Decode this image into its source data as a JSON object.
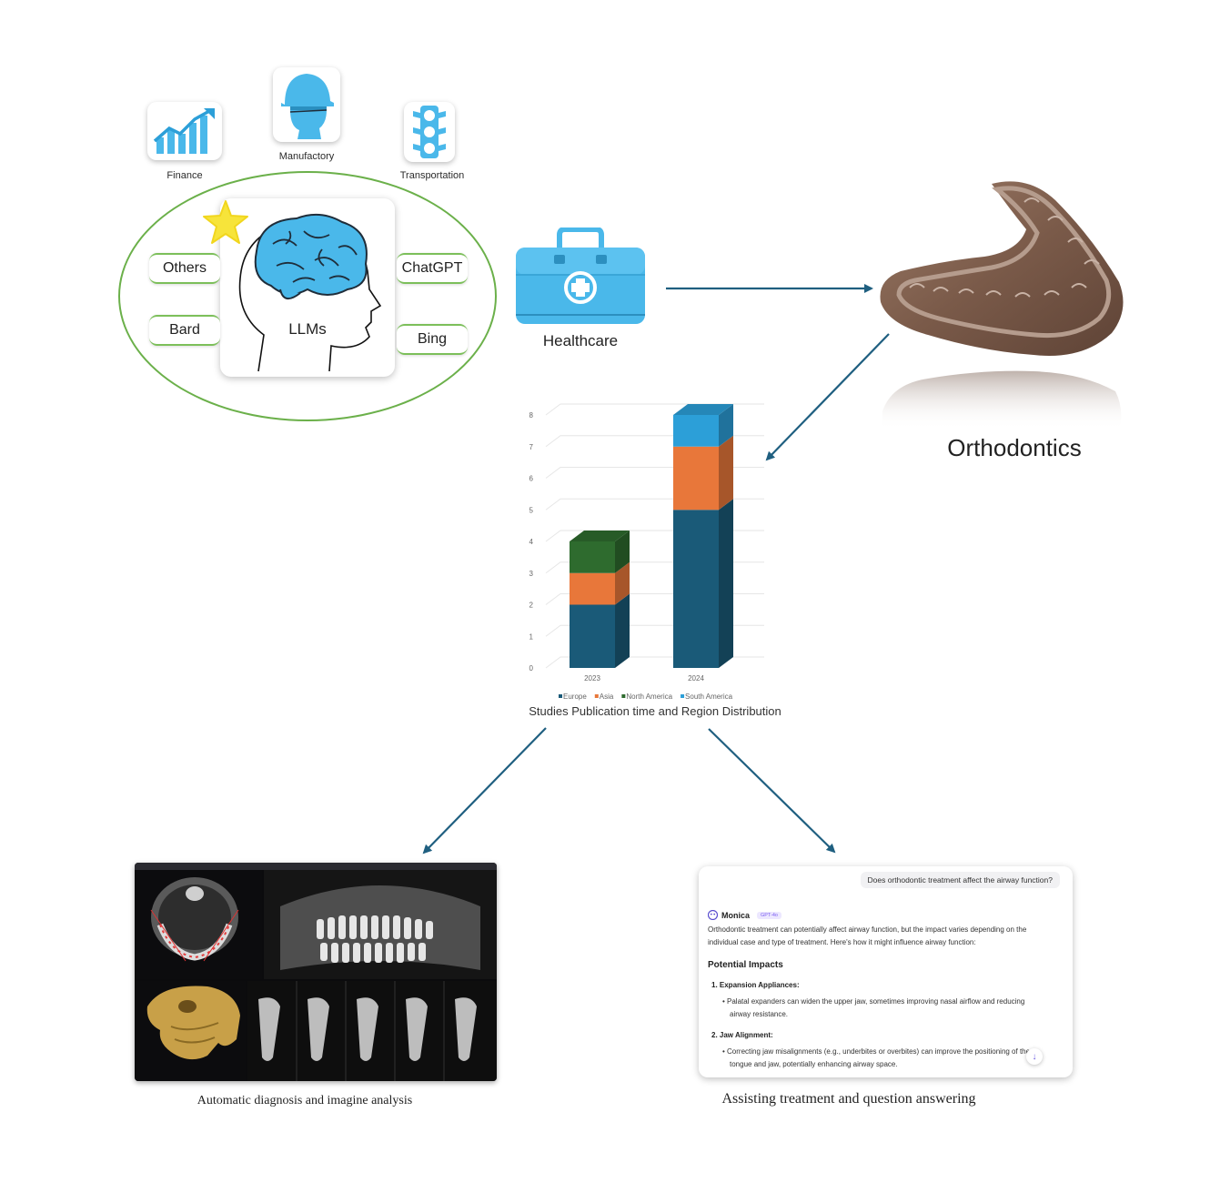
{
  "industries": {
    "finance": "Finance",
    "manufactory": "Manufactory",
    "transportation": "Transportation"
  },
  "llm_cluster": {
    "center": "LLMs",
    "models": [
      "Others",
      "ChatGPT",
      "Bard",
      "Bing"
    ]
  },
  "healthcare": "Healthcare",
  "orthodontics": "Orthodontics",
  "chart_data": {
    "type": "bar",
    "stacked": true,
    "categories": [
      "2023",
      "2024"
    ],
    "series": [
      {
        "name": "Europe",
        "color": "#1a5a78",
        "values": [
          2,
          5
        ]
      },
      {
        "name": "Asia",
        "color": "#e8773a",
        "values": [
          1,
          2
        ]
      },
      {
        "name": "North America",
        "color": "#2e6b2e",
        "values": [
          1,
          0
        ]
      },
      {
        "name": "South America",
        "color": "#2c9fd8",
        "values": [
          0,
          1
        ]
      }
    ],
    "legend_labels": [
      "Europe",
      "Asia",
      "North America",
      "South America"
    ],
    "yticks": [
      "0",
      "1",
      "2",
      "3",
      "4",
      "5",
      "6",
      "7",
      "8"
    ],
    "ylim": [
      0,
      8
    ],
    "grid": true,
    "legend_position": "bottom",
    "caption": "Studies Publication time and Region Distribution"
  },
  "captions": {
    "diagnosis": "Automatic diagnosis and imagine analysis",
    "treatment": "Assisting treatment and question answering"
  },
  "chat": {
    "question": "Does orthodontic treatment affect the airway function?",
    "assistant_name": "Monica",
    "model_badge": "GPT-4o",
    "intro_line1": "Orthodontic treatment can potentially affect airway function, but the impact varies depending on the",
    "intro_line2": "individual case and type of treatment. Here's how it might influence airway function:",
    "heading": "Potential Impacts",
    "item1_title": "1.  Expansion Appliances:",
    "item1_line1": "•  Palatal expanders can widen the upper jaw, sometimes improving nasal airflow and reducing",
    "item1_line2": "airway resistance.",
    "item2_title": "2.  Jaw Alignment:",
    "item2_line1": "•  Correcting jaw misalignments (e.g., underbites or overbites) can improve the positioning of the",
    "item2_line2": "tongue and jaw, potentially enhancing airway space."
  },
  "colors": {
    "arrow": "#1f5f80",
    "ellipse": "#6bb04a",
    "icon_blue": "#4ab8ea",
    "star": "#f7e43a"
  }
}
